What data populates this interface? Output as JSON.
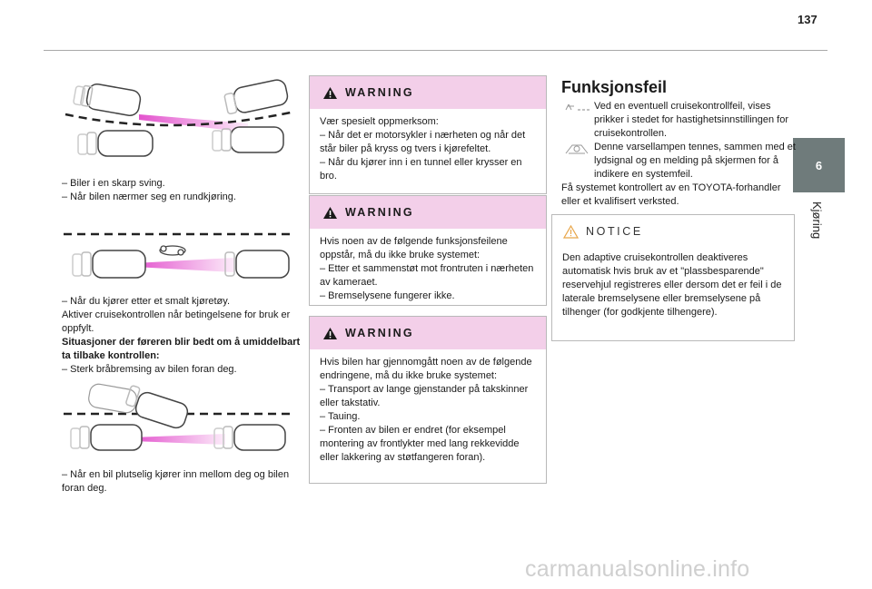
{
  "page": {
    "number": "137"
  },
  "chapter": {
    "number": "6",
    "label": "Kjøring"
  },
  "col1": {
    "block_a": [
      "–  Biler i en skarp sving.",
      "–  Når bilen nærmer seg en rundkjøring."
    ],
    "block_b": {
      "line1": "–  Når du kjører etter et smalt kjøretøy.",
      "line2": "Aktiver cruisekontrollen når betingelsene for bruk er oppfylt.",
      "heading": "Situasjoner der føreren blir bedt om å umiddelbart ta tilbake kontrollen:",
      "line3": "–  Sterk bråbremsing av bilen foran deg."
    },
    "block_c": "–  Når en bil plutselig kjører inn mellom deg og bilen foran deg."
  },
  "warnings": [
    {
      "title": "WARNING",
      "lines": [
        "Vær spesielt oppmerksom:",
        "–  Når det er motorsykler i nærheten og når det står biler på kryss og tvers i kjørefeltet.",
        "–  Når du kjører inn i en tunnel eller krysser en bro."
      ]
    },
    {
      "title": "WARNING",
      "lines": [
        "Hvis noen av de følgende funksjonsfeilene oppstår, må du ikke bruke systemet:",
        "–  Etter et sammenstøt mot frontruten i nærheten av kameraet.",
        "–  Bremselysene fungerer ikke."
      ]
    },
    {
      "title": "WARNING",
      "lines": [
        "Hvis bilen har gjennomgått noen av de følgende endringene, må du ikke bruke systemet:",
        "–  Transport av lange gjenstander på takskinner eller takstativ.",
        "–  Tauing.",
        "–  Fronten av bilen er endret (for eksempel montering av frontlykter med lang rekkevidde eller lakkering av støtfangeren foran)."
      ]
    }
  ],
  "faults": {
    "title": "Funksjonsfeil",
    "p1": "Ved en eventuell cruisekontrollfeil, vises prikker i stedet for hastighetsinnstillingen for cruisekontrollen.",
    "p2": "Denne varsellampen tennes, sammen med et lydsignal og en melding på skjermen for å indikere en systemfeil.",
    "p3": "Få systemet kontrollert av en TOYOTA-forhandler eller et kvalifisert verksted.",
    "icon1": "cruise-speed-dashes-icon",
    "icon2": "warning-lamp-icon"
  },
  "notice": {
    "title": "NOTICE",
    "text": "Den adaptive cruisekontrollen deaktiveres automatisk hvis bruk av et \"plassbesparende\" reservehjul registreres eller dersom det er feil i de laterale bremselysene eller bremselysene på tilhenger (for godkjente tilhengere)."
  },
  "watermark": "carmanualsonline.info",
  "colors": {
    "warning_header": "#f3cfe9",
    "chapter_tab": "#6f7b7b",
    "radar_beam": "#e040c8"
  }
}
